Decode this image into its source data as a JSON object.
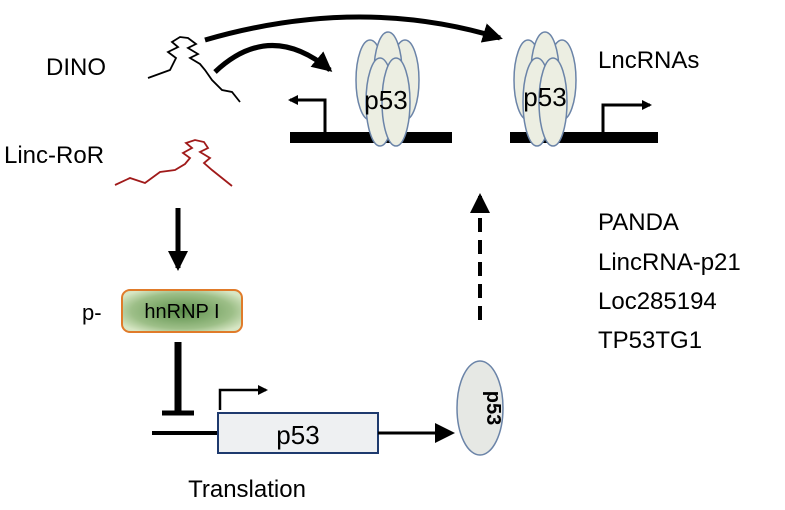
{
  "labels": {
    "dino": "DINO",
    "linc_ror": "Linc-RoR",
    "lncrnas": "LncRNAs",
    "p53_left": "p53",
    "p53_right": "p53",
    "p53_protein": "p53",
    "p53_gene": "p53",
    "phospho_prefix": "p-",
    "hnrnp": "hnRNP I",
    "translation": "Translation"
  },
  "lncrna_list": [
    "PANDA",
    "LincRNA-p21",
    "Loc285194",
    "TP53TG1"
  ],
  "colors": {
    "p53_fill": "#eceee2",
    "p53_stroke": "#6b84a8",
    "ror_red": "#a01a1a",
    "hnrnp_border": "#e07b2a",
    "hnrnp_green": "#6e9e58",
    "gene_box_fill": "#eef0f2",
    "gene_box_stroke": "#1e3a6e"
  }
}
